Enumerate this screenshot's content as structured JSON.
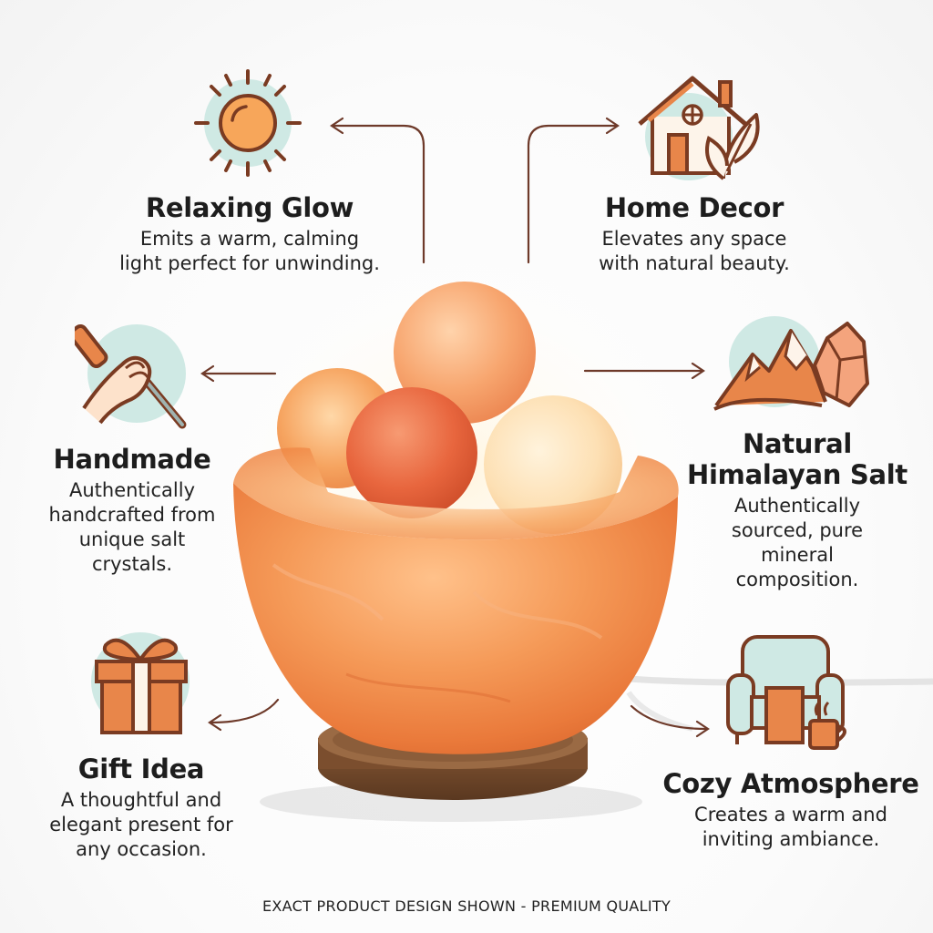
{
  "features": {
    "relaxing_glow": {
      "title": "Relaxing Glow",
      "line1": "Emits a warm, calming",
      "line2": "light perfect for unwinding.",
      "icon": "sun-icon"
    },
    "home_decor": {
      "title": "Home Decor",
      "line1": "Elevates any space",
      "line2": "with natural beauty.",
      "icon": "house-leaf-icon"
    },
    "handmade": {
      "title": "Handmade",
      "line1": "Authentically",
      "line2": "handcrafted from",
      "line3": "unique salt",
      "line4": "crystals.",
      "icon": "hand-chisel-icon"
    },
    "natural_salt": {
      "title1": "Natural",
      "title2": "Himalayan Salt",
      "line1": "Authentically",
      "line2": "sourced, pure",
      "line3": "mineral",
      "line4": "composition.",
      "icon": "mountain-crystal-icon"
    },
    "gift_idea": {
      "title": "Gift Idea",
      "line1": "A thoughtful and",
      "line2": "elegant present for",
      "line3": "any occasion.",
      "icon": "gift-box-icon"
    },
    "cozy_atmosphere": {
      "title": "Cozy Atmosphere",
      "line1": "Creates a warm and",
      "line2": "inviting ambiance.",
      "icon": "armchair-mug-icon"
    }
  },
  "footer": "EXACT PRODUCT DESIGN SHOWN - PREMIUM QUALITY",
  "colors": {
    "accent_orange": "#e8864a",
    "outline_brown": "#7a3b22",
    "icon_bg_mint": "#cfe9e4",
    "arrow_brown": "#6e3a2a"
  }
}
